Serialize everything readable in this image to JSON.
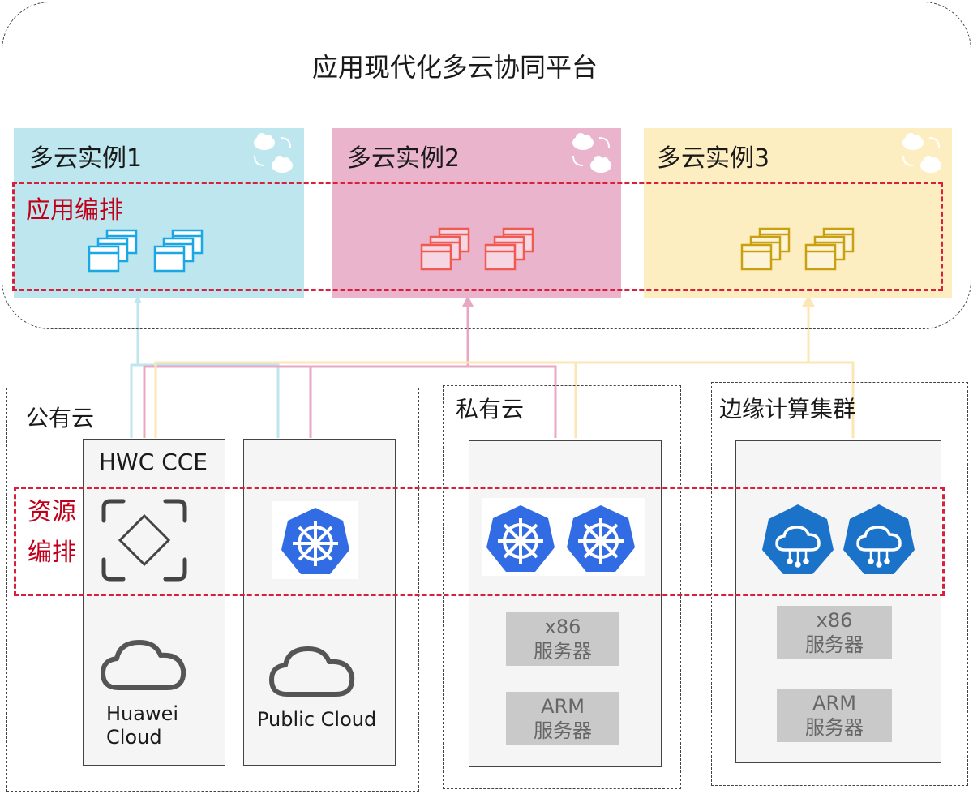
{
  "platform": {
    "title": "应用现代化多云协同平台"
  },
  "instances": [
    {
      "label": "多云实例1",
      "color": "#bde6ee",
      "icon_color": "#1aa7e6"
    },
    {
      "label": "多云实例2",
      "color": "#e9b4cc",
      "icon_color": "#f05a50"
    },
    {
      "label": "多云实例3",
      "color": "#fdeec2",
      "icon_color": "#c9a010"
    }
  ],
  "app_orchestration": {
    "label": "应用编排"
  },
  "resource_orchestration": {
    "label_line1": "资源",
    "label_line2": "编排"
  },
  "public_cloud": {
    "title": "公有云",
    "hwc": {
      "title": "HWC CCE",
      "cloud_label_line1": "Huawei",
      "cloud_label_line2": "Cloud"
    },
    "public": {
      "cloud_label": "Public Cloud"
    }
  },
  "private_cloud": {
    "title": "私有云",
    "x86": {
      "line1": "x86",
      "line2": "服务器"
    },
    "arm": {
      "line1": "ARM",
      "line2": "服务器"
    }
  },
  "edge": {
    "title": "边缘计算集群",
    "x86": {
      "line1": "x86",
      "line2": "服务器"
    },
    "arm": {
      "line1": "ARM",
      "line2": "服务器"
    }
  },
  "colors": {
    "red_dash": "#d5213e",
    "k8s_blue": "#326ce5",
    "edge_blue": "#1a73c9",
    "line_blue": "#bfe6ee",
    "line_pink": "#e8a8c4",
    "line_yellow": "#fce7b4"
  },
  "icons": [
    "cloud-sync-icon",
    "app-windows-icon",
    "cce-icon",
    "kubernetes-icon",
    "cloud-icon",
    "edge-cloud-icon"
  ]
}
